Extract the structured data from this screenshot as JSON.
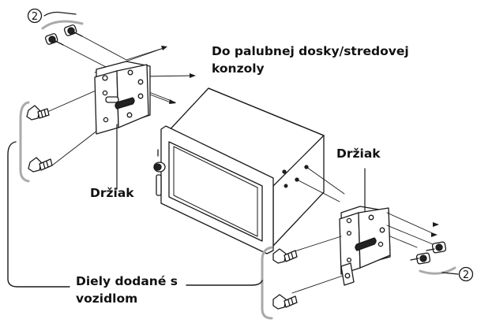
{
  "labels": {
    "callout_top_left": "2",
    "callout_bottom_right": "2",
    "dashboard_line1": "Do palubnej dosky/stredovej",
    "dashboard_line2": "konzoly",
    "bracket_right": "Držiak",
    "bracket_left": "Držiak",
    "vehicle_parts_line1": "Diely dodané s",
    "vehicle_parts_line2": "vozidlom"
  }
}
